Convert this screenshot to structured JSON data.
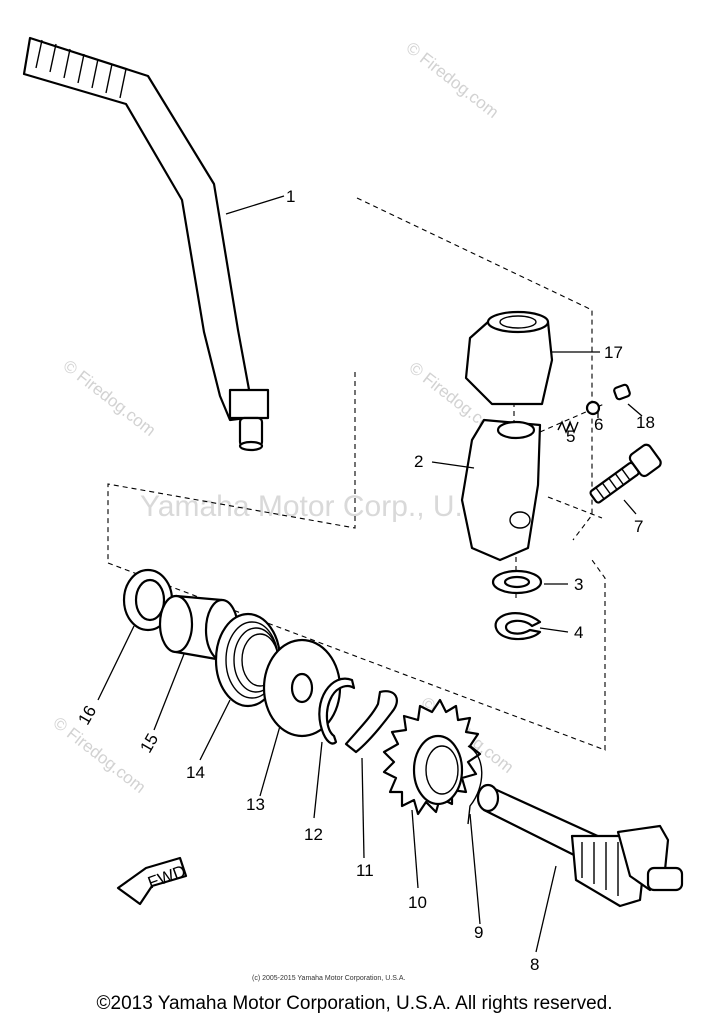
{
  "watermarks": {
    "firedog": "© Firedog.com",
    "yamaha": "Yamaha Motor Corp., U.S.A."
  },
  "callouts": [
    "1",
    "2",
    "3",
    "4",
    "5",
    "6",
    "7",
    "8",
    "9",
    "10",
    "11",
    "12",
    "13",
    "14",
    "15",
    "16",
    "17",
    "18"
  ],
  "fwd_label": "FWD",
  "small_copyright": "(c) 2005-2015 Yamaha Motor Corporation, U.S.A.",
  "footer_copyright": "©2013 Yamaha Motor Corporation, U.S.A. All rights reserved."
}
